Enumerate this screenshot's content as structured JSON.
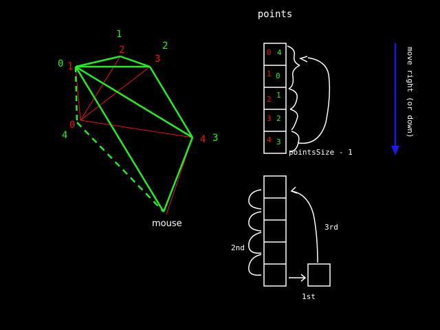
{
  "title": "points",
  "colors": {
    "background": "#000000",
    "green": "#22ee22",
    "red": "#ee1111",
    "white": "#ffffff",
    "blue": "#1a1aee"
  },
  "polygon": {
    "green_indices": [
      "1",
      "2",
      "3",
      "4",
      "0"
    ],
    "red_indices": [
      "1",
      "2",
      "3",
      "4",
      "0"
    ],
    "mouse_label": "mouse"
  },
  "points_array": {
    "rows": [
      {
        "red": "0",
        "green": "4"
      },
      {
        "red": "1",
        "green": "0"
      },
      {
        "red": "2",
        "green": "1"
      },
      {
        "red": "3",
        "green": "2"
      },
      {
        "red": "4",
        "green": "3"
      }
    ],
    "size_label": "pointsSize - 1"
  },
  "shift_diagram": {
    "label_1st": "1st",
    "label_2nd": "2nd",
    "label_3rd": "3rd"
  },
  "direction_note": "move right (or down)"
}
